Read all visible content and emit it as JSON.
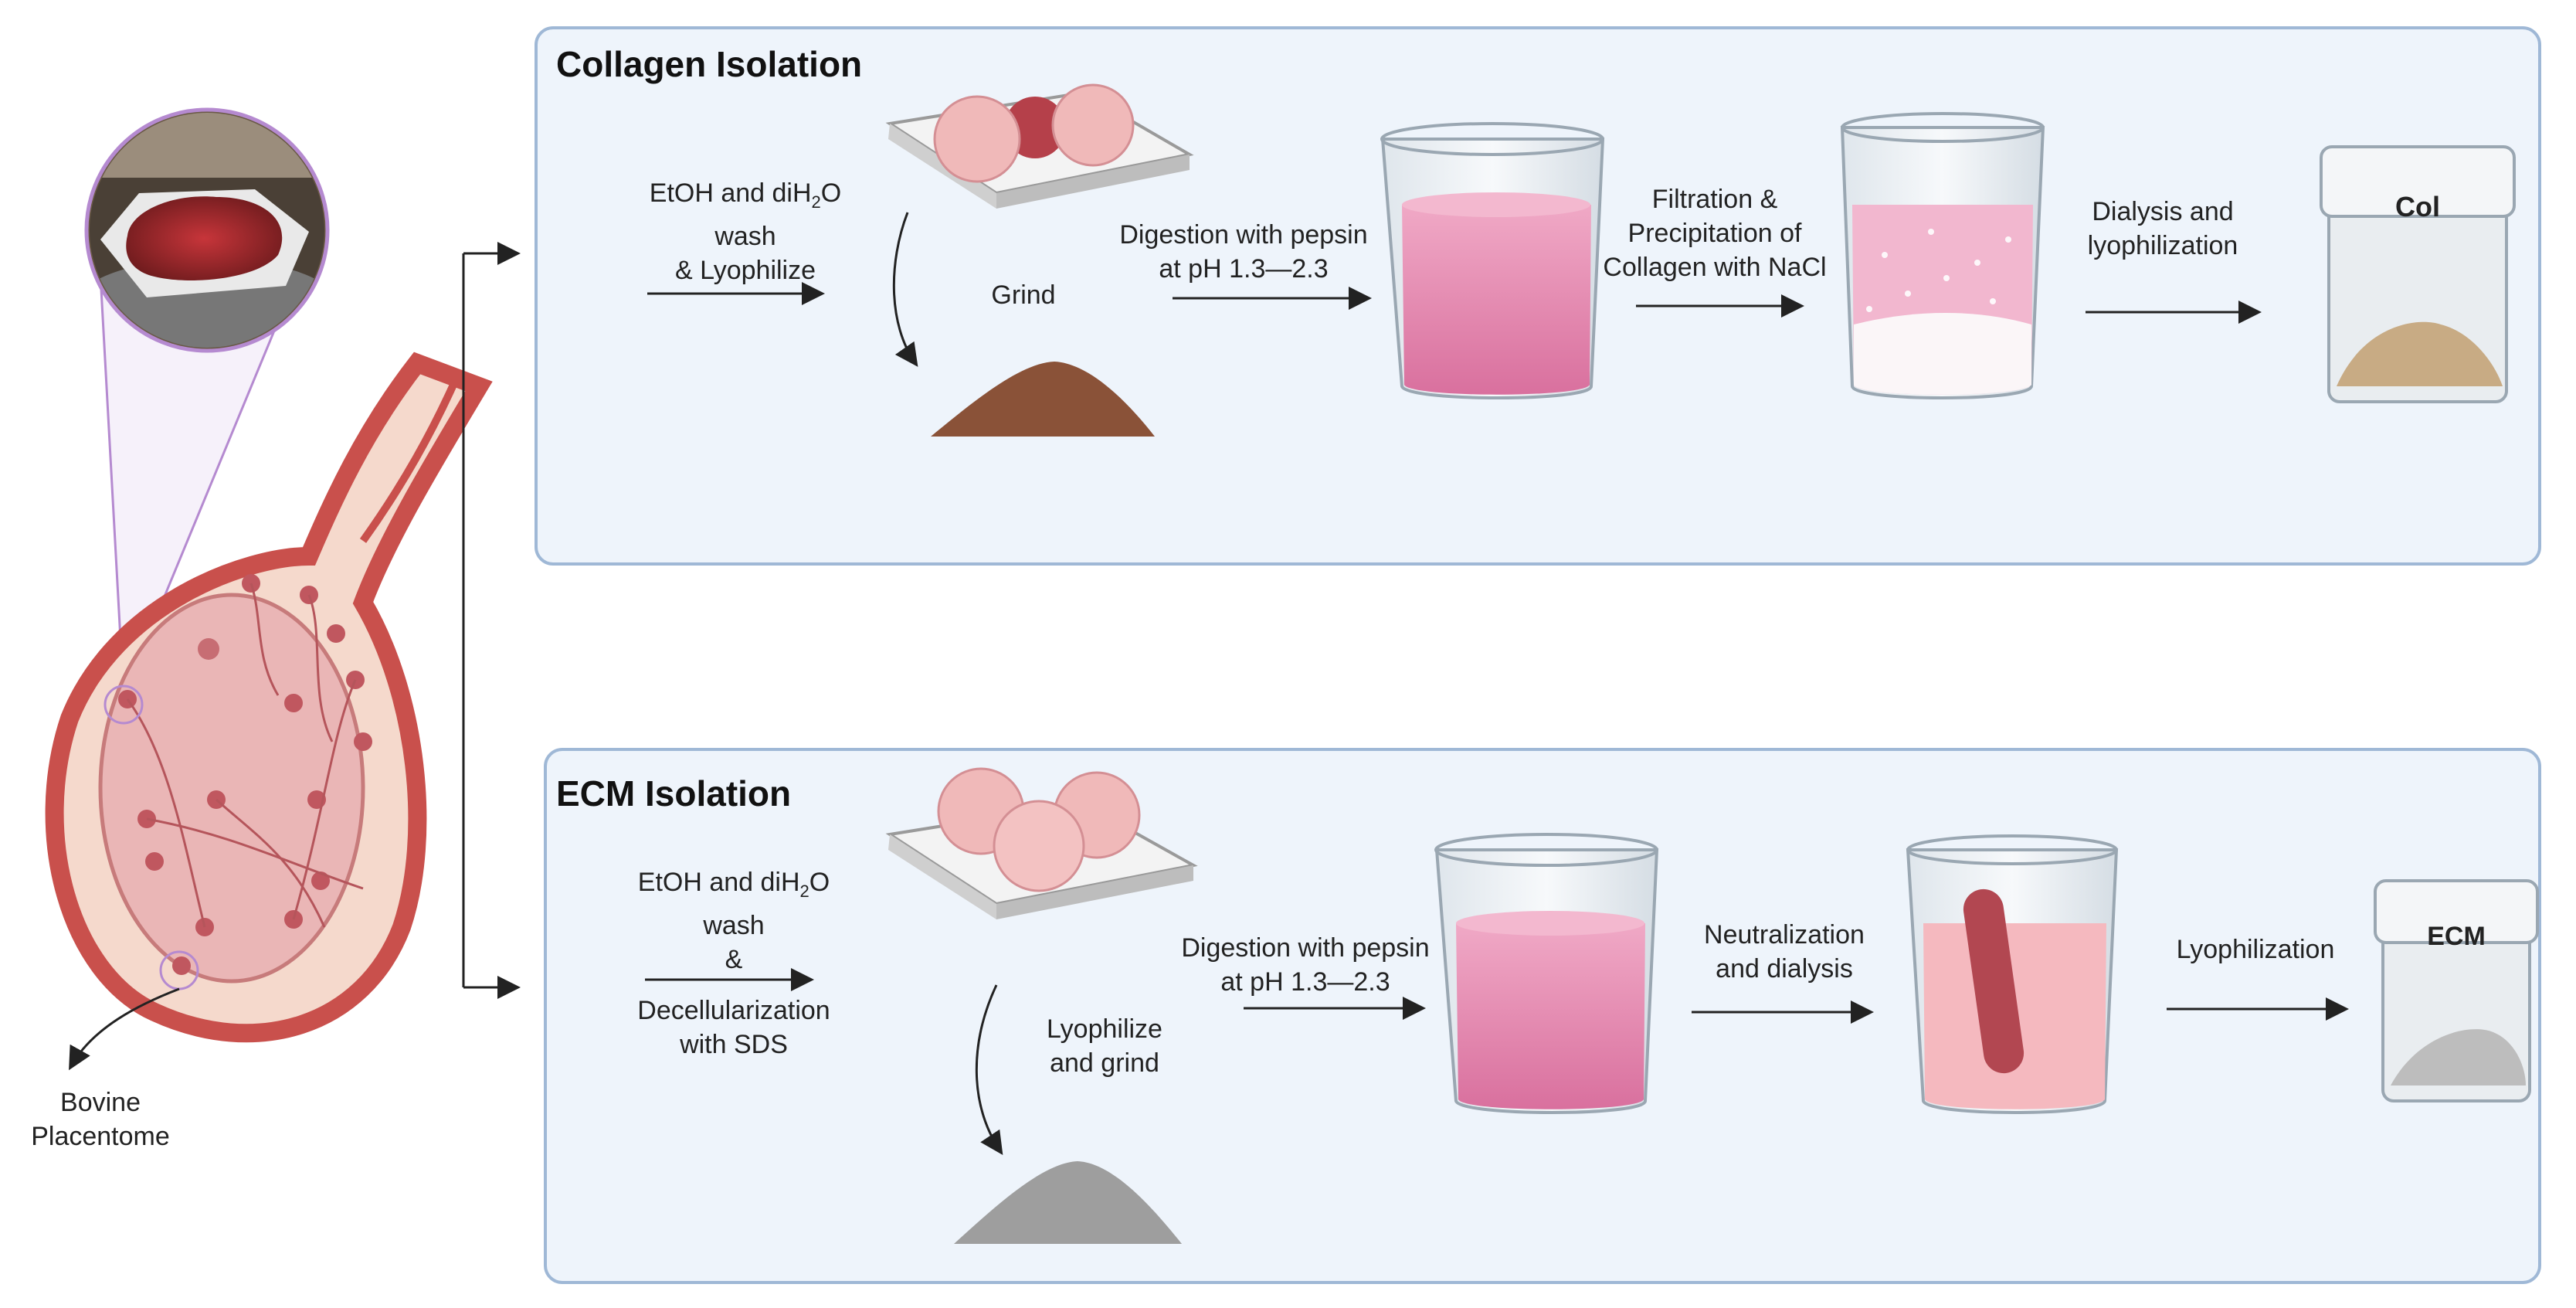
{
  "source": {
    "label_line1": "Bovine",
    "label_line2": "Placentome"
  },
  "collagen": {
    "title": "Collagen Isolation",
    "step1_line1": "EtOH and diH",
    "step1_sub": "2",
    "step1_tail": "O",
    "step1_line2": "wash",
    "step1_line3": "& Lyophilize",
    "step2": "Grind",
    "step3_line1": "Digestion with pepsin",
    "step3_line2": "at pH 1.3—2.3",
    "step4_line1": "Filtration &",
    "step4_line2": "Precipitation of",
    "step4_line3": "Collagen with NaCl",
    "step5_line1": "Dialysis and",
    "step5_line2": "lyophilization",
    "jar_label": "Col"
  },
  "ecm": {
    "title": "ECM Isolation",
    "step1_line1": "EtOH and diH",
    "step1_sub": "2",
    "step1_tail": "O",
    "step1_line2": "wash",
    "step1_line3": "&",
    "step1_line4": "Decellularization",
    "step1_line5": "with SDS",
    "step2_line1": "Lyophilize",
    "step2_line2": "and grind",
    "step3_line1": "Digestion with pepsin",
    "step3_line2": "at pH 1.3—2.3",
    "step4_line1": "Neutralization",
    "step4_line2": "and dialysis",
    "step5": "Lyophilization",
    "jar_label": "ECM"
  },
  "colors": {
    "panel_fill": "#eef4fb",
    "panel_stroke": "#9fb8d6",
    "uterus": "#c9504c",
    "beaker_liquid": "#e58fb3",
    "collagen_powder": "#c8ab84",
    "ecm_powder": "#9e9e9e",
    "brown_powder": "#8a5238",
    "lens_outline": "#b58ad0"
  }
}
